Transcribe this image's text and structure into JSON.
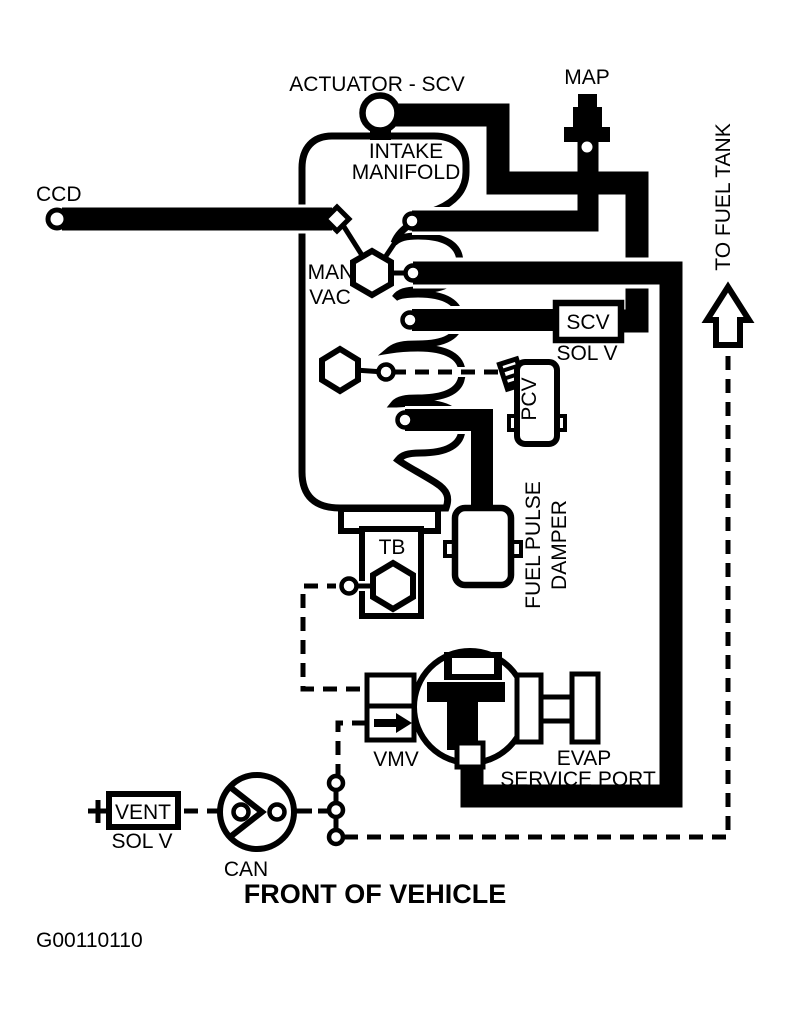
{
  "labels": {
    "actuator": "ACTUATOR - SCV",
    "map": "MAP",
    "intake1": "INTAKE",
    "intake2": "MANIFOLD",
    "ccd": "CCD",
    "manvac1": "MAN",
    "manvac2": "VAC",
    "fuel_tank": "TO FUEL TANK",
    "scv": "SCV",
    "scv_sub": "SOL V",
    "pcv": "PCV",
    "damper1": "FUEL PULSE",
    "damper2": "DAMPER",
    "tb": "TB",
    "vmv": "VMV",
    "evap1": "EVAP",
    "evap2": "SERVICE PORT",
    "vent": "VENT",
    "vent_sub": "SOL V",
    "can": "CAN",
    "front": "FRONT OF VEHICLE",
    "code": "G00110110"
  },
  "colors": {
    "ink": "#000000",
    "paper": "#ffffff"
  }
}
